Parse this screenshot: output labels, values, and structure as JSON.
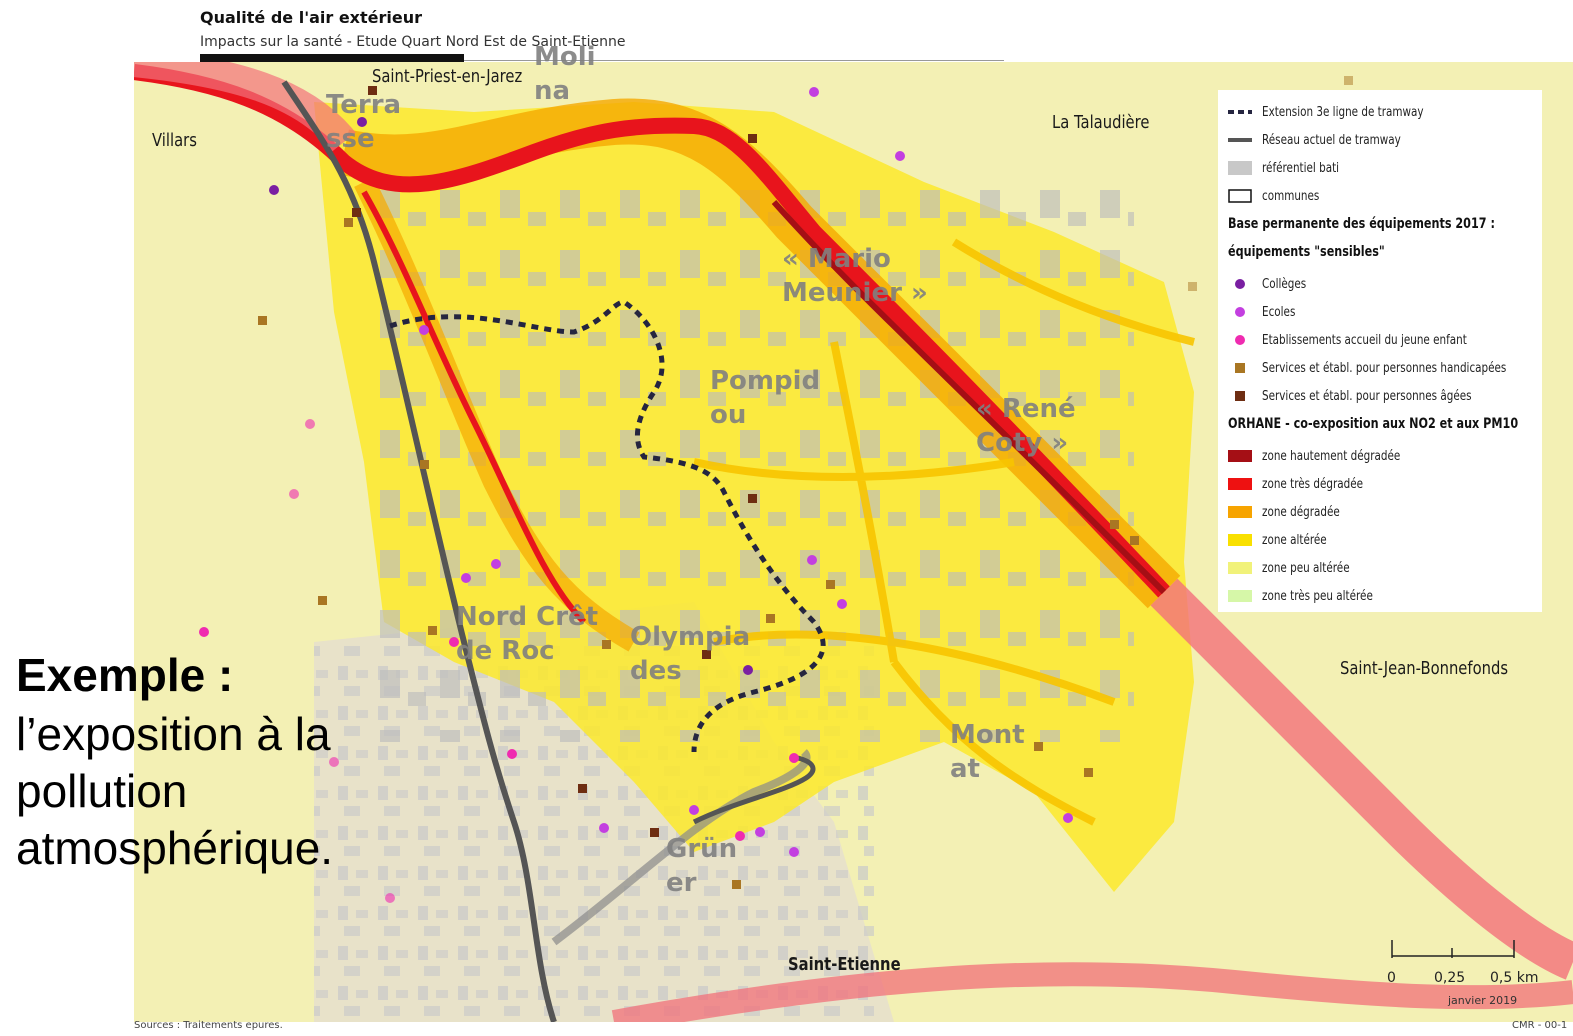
{
  "header": {
    "title": "Qualité de l'air extérieur",
    "subtitle": "Impacts sur la santé - Etude Quart Nord Est de Saint-Etienne"
  },
  "places": {
    "saint_priest": "Saint-Priest-en-Jarez",
    "villars": "Villars",
    "la_talaudiere": "La Talaudière",
    "saint_jean": "Saint-Jean-Bonnefonds",
    "saint_etienne": "Saint-Etienne"
  },
  "stops": {
    "molina": "Moli\nna",
    "terrasse": "Terra\nsse",
    "mario_meunier": "« Mario\nMeunier »",
    "pompidou": "Pompid\nou",
    "rene_coty": "« René\nCoty »",
    "nord_cret": "Nord Crêt\nde Roc",
    "olympiades": "Olympia\ndes",
    "montat": "Mont\nat",
    "gruner": "Grün\ner"
  },
  "legend": {
    "extension": "Extension 3e ligne de tramway",
    "reseau": "Réseau actuel de tramway",
    "bati": "référentiel bati",
    "communes": "communes",
    "bpe_heading": "Base permanente des équipements 2017 :",
    "sensibles_heading": "équipements \"sensibles\"",
    "colleges": "Collèges",
    "ecoles": "Ecoles",
    "jeune_enfant": "Etablissements accueil du jeune enfant",
    "handicapees": "Services et établ. pour personnes handicapées",
    "agees": "Services et établ. pour personnes âgées",
    "orhane_heading": "ORHANE - co-exposition aux NO2 et aux PM10",
    "zones": [
      {
        "label": "zone hautement dégradée",
        "color": "#a50f15"
      },
      {
        "label": "zone très dégradée",
        "color": "#ee1111"
      },
      {
        "label": "zone dégradée",
        "color": "#f7a400"
      },
      {
        "label": "zone altérée",
        "color": "#f9e000"
      },
      {
        "label": "zone peu altérée",
        "color": "#f1f27a"
      },
      {
        "label": "zone très peu altérée",
        "color": "#d6f7a8"
      }
    ],
    "colors": {
      "college": "#7a1fa2",
      "ecole": "#c33fe0",
      "jeune_enfant": "#ef2bb0",
      "handicapees": "#a97623",
      "agees": "#6e2d12",
      "bati": "#c8c8c8",
      "tram": "#555555",
      "extension": "#252540"
    }
  },
  "example": {
    "title": "Exemple :",
    "body": "l’exposition à la pollution atmosphérique."
  },
  "scale": {
    "t0": "0",
    "t1": "0,25",
    "t2": "0,5 km",
    "date": "janvier 2019"
  },
  "footer": {
    "sources": "Sources : Traitements epures.",
    "ref": "CMR - 00-1"
  }
}
